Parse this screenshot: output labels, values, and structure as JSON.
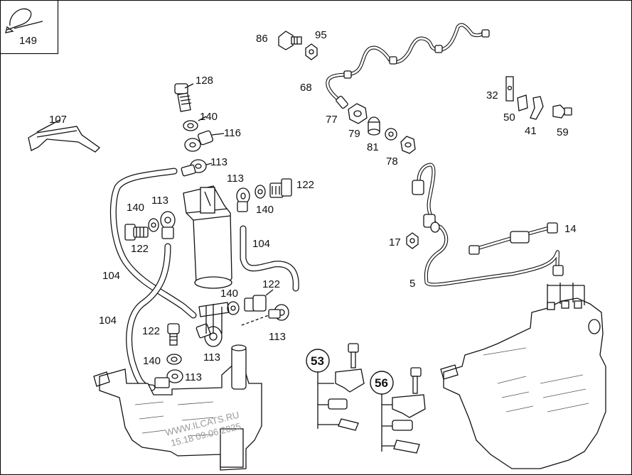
{
  "watermark": {
    "line1": "WWW.ILCATS.RU",
    "line2": "15.18 09.06.2025"
  },
  "inset": {
    "label": "149"
  },
  "callouts": [
    {
      "id": "c86",
      "text": "86"
    },
    {
      "id": "c95",
      "text": "95"
    },
    {
      "id": "c68",
      "text": "68"
    },
    {
      "id": "c128",
      "text": "128"
    },
    {
      "id": "c107",
      "text": "107"
    },
    {
      "id": "c140a",
      "text": "140"
    },
    {
      "id": "c116",
      "text": "116"
    },
    {
      "id": "c77",
      "text": "77"
    },
    {
      "id": "c79",
      "text": "79"
    },
    {
      "id": "c81",
      "text": "81"
    },
    {
      "id": "c78",
      "text": "78"
    },
    {
      "id": "c32",
      "text": "32"
    },
    {
      "id": "c50",
      "text": "50"
    },
    {
      "id": "c41",
      "text": "41"
    },
    {
      "id": "c59",
      "text": "59"
    },
    {
      "id": "c113a",
      "text": "113"
    },
    {
      "id": "c113b",
      "text": "113"
    },
    {
      "id": "c122a",
      "text": "122"
    },
    {
      "id": "c113c",
      "text": "113"
    },
    {
      "id": "c140b",
      "text": "140"
    },
    {
      "id": "c140c",
      "text": "140"
    },
    {
      "id": "c122b",
      "text": "122"
    },
    {
      "id": "c104a",
      "text": "104"
    },
    {
      "id": "c14",
      "text": "14"
    },
    {
      "id": "c17",
      "text": "17"
    },
    {
      "id": "c104b",
      "text": "104"
    },
    {
      "id": "c5",
      "text": "5"
    },
    {
      "id": "c140d",
      "text": "140"
    },
    {
      "id": "c122c",
      "text": "122"
    },
    {
      "id": "c104c",
      "text": "104"
    },
    {
      "id": "c113d",
      "text": "113"
    },
    {
      "id": "c122d",
      "text": "122"
    },
    {
      "id": "c113e",
      "text": "113"
    },
    {
      "id": "c140e",
      "text": "140"
    },
    {
      "id": "c113f",
      "text": "113"
    }
  ],
  "groups": [
    {
      "id": "g53",
      "text": "53"
    },
    {
      "id": "g56",
      "text": "56"
    }
  ]
}
